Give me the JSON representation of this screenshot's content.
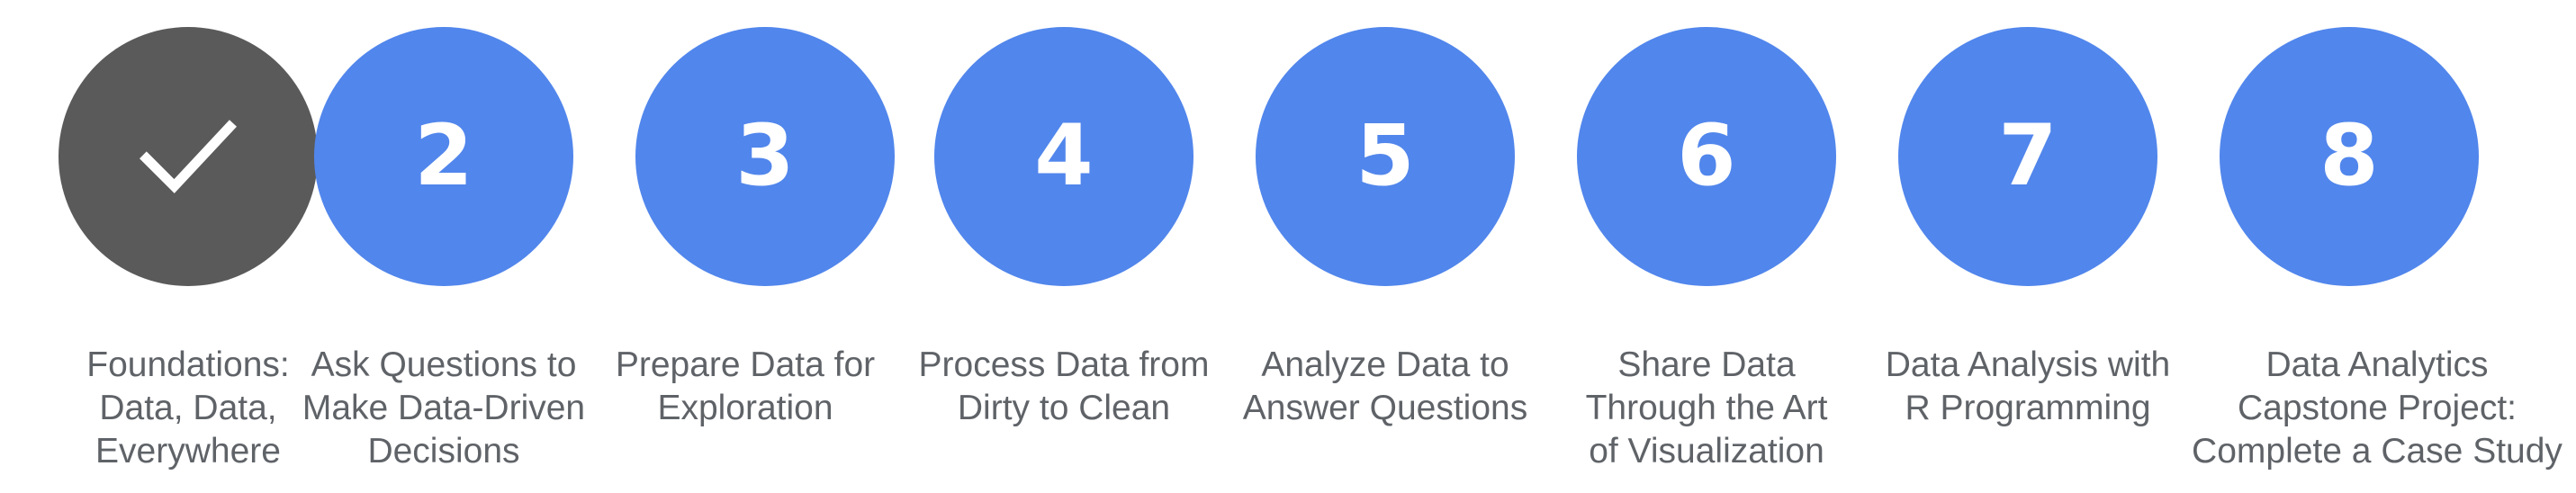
{
  "steps": [
    {
      "status": "completed",
      "marker_icon": "checkmark-icon",
      "number": "",
      "label_lines": [
        "Foundations:",
        "Data, Data,",
        "Everywhere"
      ]
    },
    {
      "status": "active",
      "number": "2",
      "label_lines": [
        "Ask Questions to",
        "Make Data-Driven",
        "Decisions"
      ]
    },
    {
      "status": "active",
      "number": "3",
      "label_lines": [
        "Prepare Data for",
        "Exploration"
      ]
    },
    {
      "status": "active",
      "number": "4",
      "label_lines": [
        "Process Data from",
        "Dirty to Clean"
      ]
    },
    {
      "status": "active",
      "number": "5",
      "label_lines": [
        "Analyze Data to",
        "Answer Questions"
      ]
    },
    {
      "status": "active",
      "number": "6",
      "label_lines": [
        "Share Data",
        "Through the Art",
        "of Visualization"
      ]
    },
    {
      "status": "active",
      "number": "7",
      "label_lines": [
        "Data Analysis with",
        "R Programming"
      ]
    },
    {
      "status": "active",
      "number": "8",
      "label_lines": [
        "Data Analytics",
        "Capstone Project:",
        "Complete a Case Study"
      ]
    }
  ],
  "colors": {
    "completed": "#5a5a5a",
    "active": "#5186ec",
    "label_text": "#5f6368",
    "marker_text": "#ffffff"
  }
}
